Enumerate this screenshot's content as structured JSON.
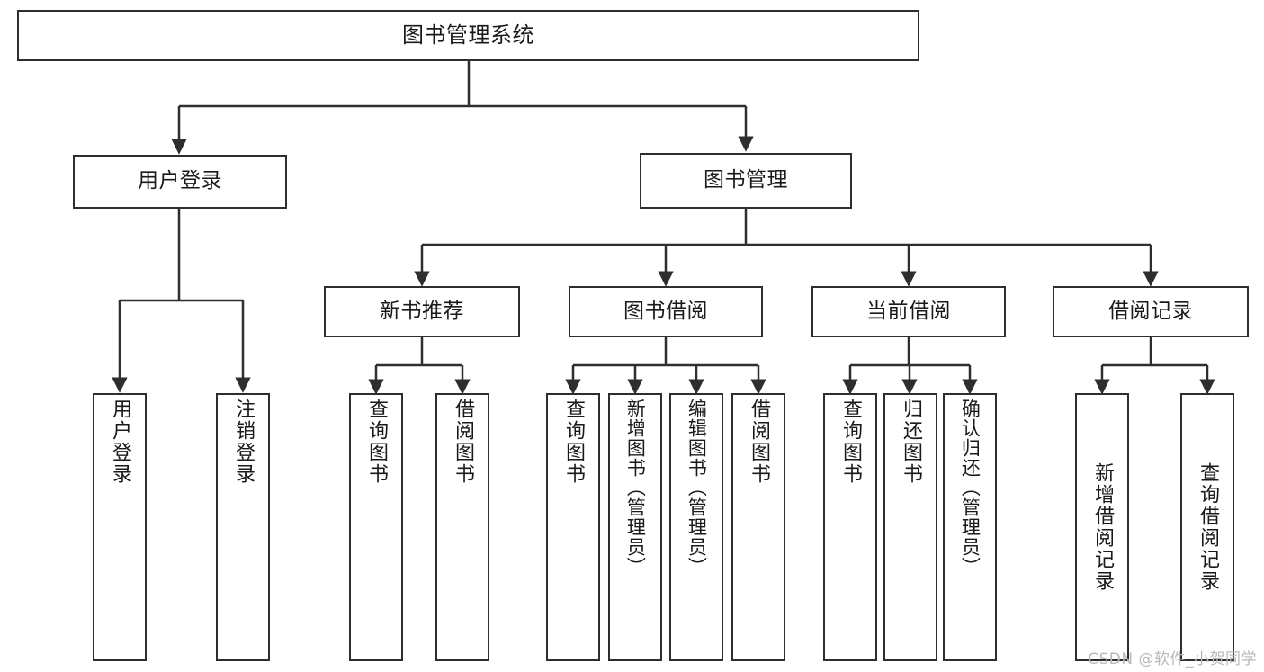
{
  "diagram": {
    "type": "tree",
    "title": "图书管理系统",
    "root": {
      "id": "root",
      "label": "图书管理系统"
    },
    "level2": [
      {
        "id": "user-login",
        "label": "用户登录"
      },
      {
        "id": "book-manage",
        "label": "图书管理"
      }
    ],
    "level3": [
      {
        "id": "new-book-recommend",
        "label": "新书推荐"
      },
      {
        "id": "book-borrow",
        "label": "图书借阅"
      },
      {
        "id": "current-borrow",
        "label": "当前借阅"
      },
      {
        "id": "borrow-record",
        "label": "借阅记录"
      }
    ],
    "leaves": {
      "user_login": [
        {
          "id": "leaf-user-login",
          "label": "用户登录"
        },
        {
          "id": "leaf-logout",
          "label": "注销登录"
        }
      ],
      "new_book_recommend": [
        {
          "id": "leaf-query-book-1",
          "label": "查询图书"
        },
        {
          "id": "leaf-borrow-book-1",
          "label": "借阅图书"
        }
      ],
      "book_borrow": [
        {
          "id": "leaf-query-book-2",
          "label": "查询图书"
        },
        {
          "id": "leaf-add-book",
          "label": "新增图书（管理员）"
        },
        {
          "id": "leaf-edit-book",
          "label": "编辑图书（管理员）"
        },
        {
          "id": "leaf-borrow-book-2",
          "label": "借阅图书"
        }
      ],
      "current_borrow": [
        {
          "id": "leaf-query-book-3",
          "label": "查询图书"
        },
        {
          "id": "leaf-return-book",
          "label": "归还图书"
        },
        {
          "id": "leaf-confirm-return",
          "label": "确认归还（管理员）"
        }
      ],
      "borrow_record": [
        {
          "id": "leaf-add-record",
          "label": "新增借阅记录"
        },
        {
          "id": "leaf-query-record",
          "label": "查询借阅记录"
        }
      ]
    },
    "watermark": "CSDN @软件_小贺同学",
    "colors": {
      "stroke": "#2e2e2e",
      "background": "#ffffff",
      "text": "#1a1a1a",
      "watermark": "#b9b9b9"
    }
  }
}
